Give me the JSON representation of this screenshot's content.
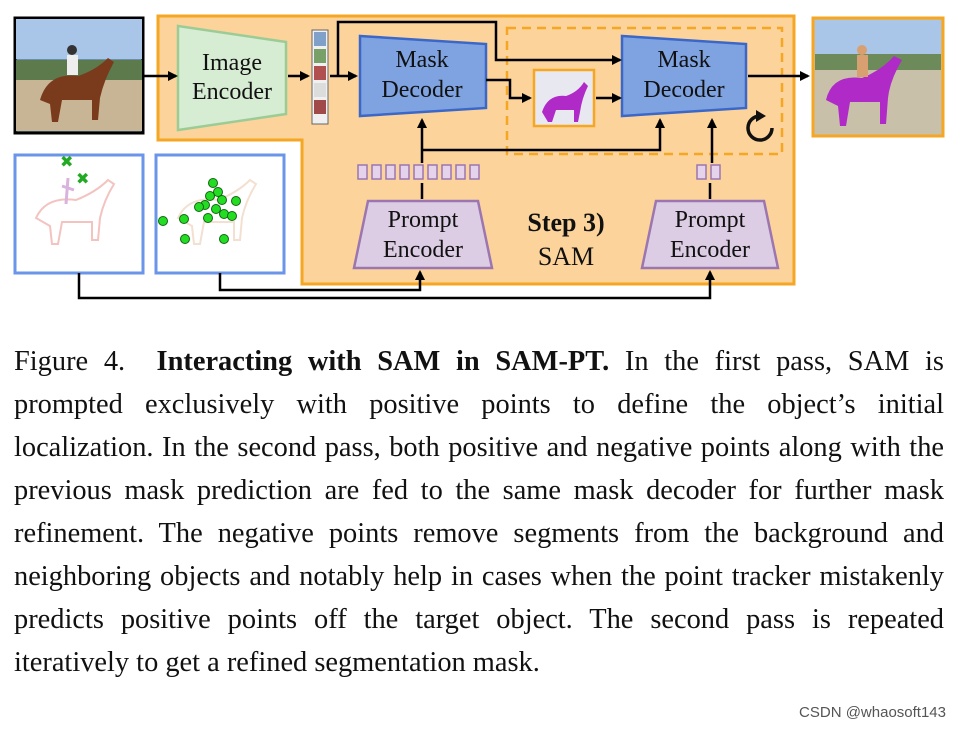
{
  "diagram": {
    "image_encoder": "Image\nEncoder",
    "mask_decoder_1": "Mask\nDecoder",
    "mask_decoder_2": "Mask\nDecoder",
    "prompt_encoder_1": "Prompt\nEncoder",
    "prompt_encoder_2": "Prompt\nEncoder",
    "step_label": "Step 3)",
    "sam_label": "SAM",
    "refresh_icon": "refresh-icon",
    "colors": {
      "sam_panel": "#fcd39a",
      "sam_border": "#f5a623",
      "encoder_fill": "#d6ecd3",
      "encoder_stroke": "#9ccc96",
      "decoder_fill": "#7fa2e0",
      "decoder_stroke": "#3a67c8",
      "prompt_fill": "#dccde4",
      "prompt_stroke": "#9b76b0",
      "positive_point": "#22dd22",
      "negative_point": "#22aa22",
      "mask": "#b02ac8"
    }
  },
  "caption": {
    "figure_label": "Figure 4.",
    "bold_title": "Interacting with SAM in SAM-PT.",
    "body": "In the first pass, SAM is prompted exclusively with positive points to define the object’s initial localization. In the second pass, both positive and negative points along with the previous mask prediction are fed to the same mask decoder for further mask refinement. The negative points remove segments from the background and neighboring objects and notably help in cases when the point tracker mistakenly predicts positive points off the target object. The second pass is repeated iteratively to get a refined segmentation mask."
  },
  "watermark": "CSDN @whaosoft143"
}
